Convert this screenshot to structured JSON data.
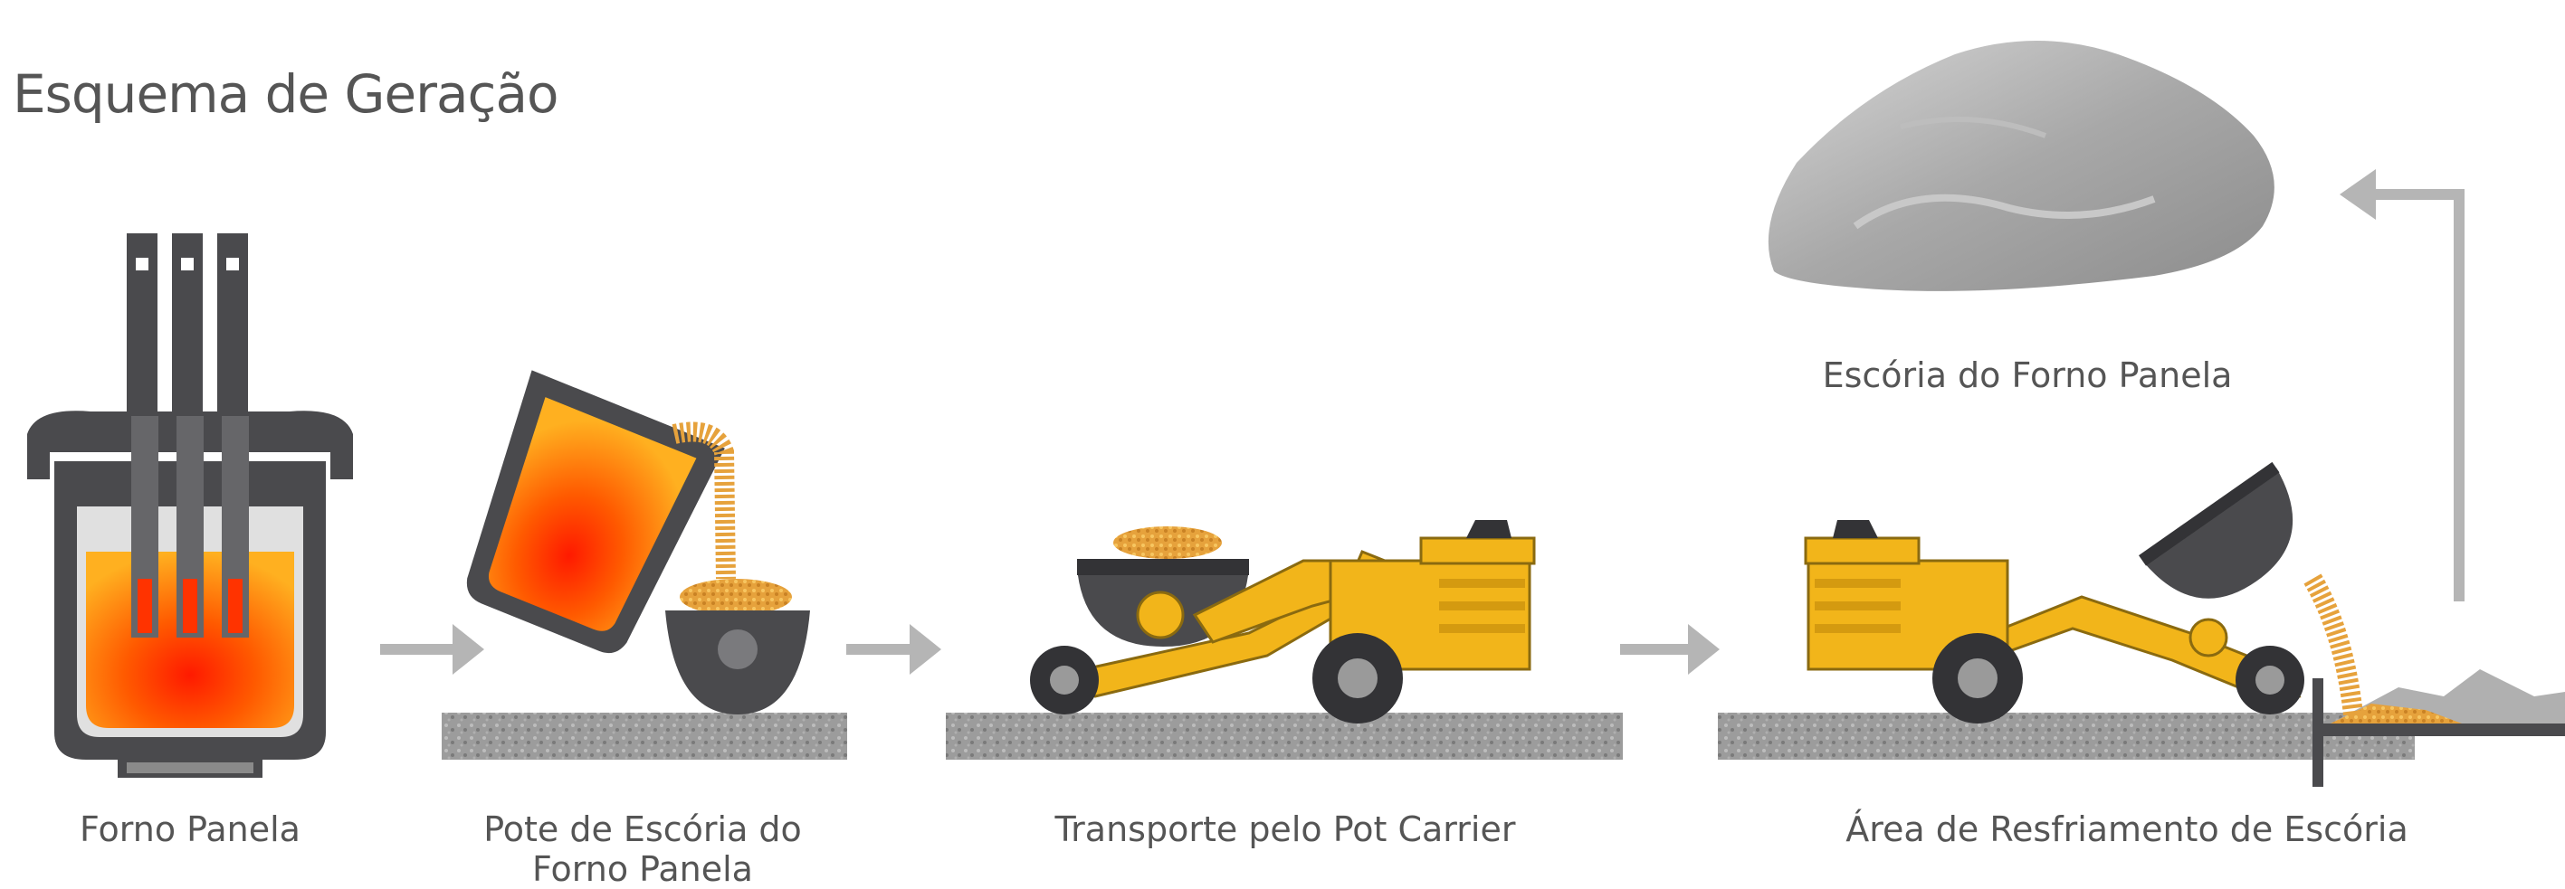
{
  "title": "Esquema de Geração",
  "steps": [
    {
      "label": "Forno Panela"
    },
    {
      "label_line1": "Pote de Escória do",
      "label_line2": "Forno Panela"
    },
    {
      "label": "Transporte pelo Pot Carrier"
    },
    {
      "label": "Área de Resfriamento de Escória"
    }
  ],
  "product": {
    "label": "Escória do Forno Panela"
  },
  "colors": {
    "text": "#555555",
    "steel": "#4a4a4d",
    "molten": "#f07818",
    "machine": "#f2b51a",
    "arrow": "#b5b5b5",
    "ground": "#9b9b9b"
  }
}
